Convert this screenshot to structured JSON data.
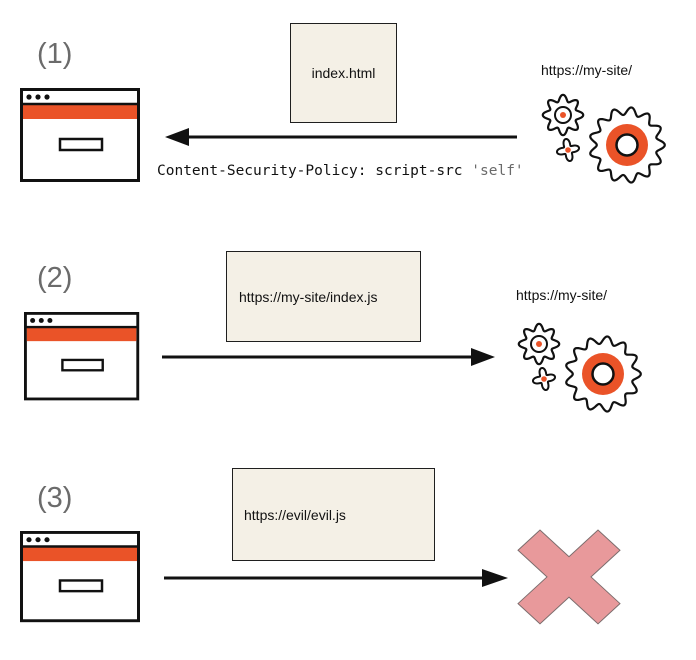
{
  "colors": {
    "accent": "#ea5328",
    "stroke": "#111111",
    "payload_fill": "#f4f0e6",
    "blocked_fill": "#e8999b",
    "step_label": "#6b6b6b"
  },
  "steps": [
    {
      "label": "(1)",
      "payload": "index.html",
      "direction": "server-to-browser",
      "host": "https://my-site/",
      "header": {
        "name": "Content-Security-Policy: script-src ",
        "value": "'self'"
      },
      "target_icon": "gears-icon"
    },
    {
      "label": "(2)",
      "payload": "https://my-site/index.js",
      "direction": "browser-to-server",
      "host": "https://my-site/",
      "target_icon": "gears-icon"
    },
    {
      "label": "(3)",
      "payload": "https://evil/evil.js",
      "direction": "browser-to-server",
      "result": "blocked",
      "target_icon": "blocked-x-icon"
    }
  ]
}
